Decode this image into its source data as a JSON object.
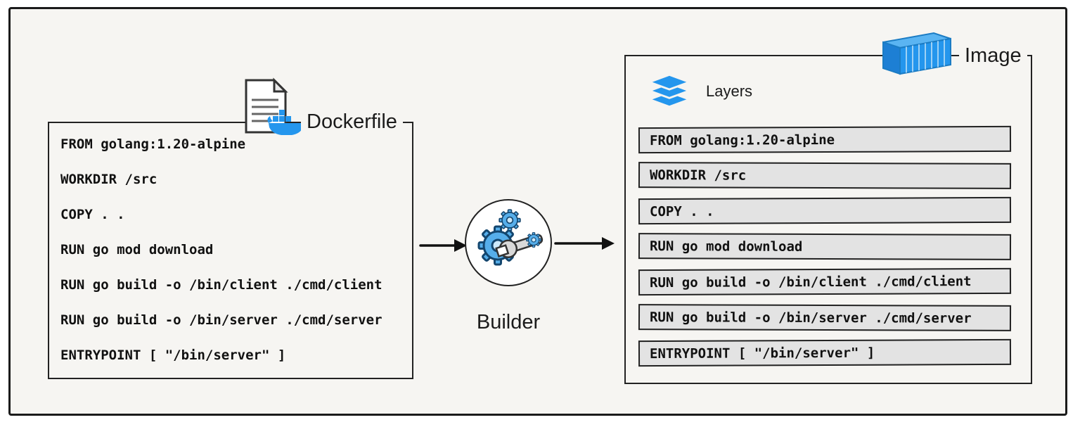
{
  "colors": {
    "accent_blue": "#2496ed",
    "light_blue": "#5ab4f2",
    "bar_fill": "#e3e3e3",
    "canvas_bg": "#f6f5f2",
    "ink": "#1b1b1b"
  },
  "dockerfile": {
    "label": "Dockerfile",
    "lines": [
      "FROM golang:1.20-alpine",
      "WORKDIR /src",
      "COPY . .",
      "RUN go mod download",
      "RUN go build -o /bin/client ./cmd/client",
      "RUN go build -o /bin/server ./cmd/server",
      "ENTRYPOINT [ \"/bin/server\" ]"
    ]
  },
  "builder": {
    "label": "Builder"
  },
  "image": {
    "label": "Image",
    "layers_label": "Layers",
    "layers": [
      "FROM golang:1.20-alpine",
      "WORKDIR /src",
      "COPY . .",
      "RUN go mod download",
      "RUN go build -o /bin/client ./cmd/client",
      "RUN go build -o /bin/server ./cmd/server",
      "ENTRYPOINT [ \"/bin/server\" ]"
    ]
  }
}
